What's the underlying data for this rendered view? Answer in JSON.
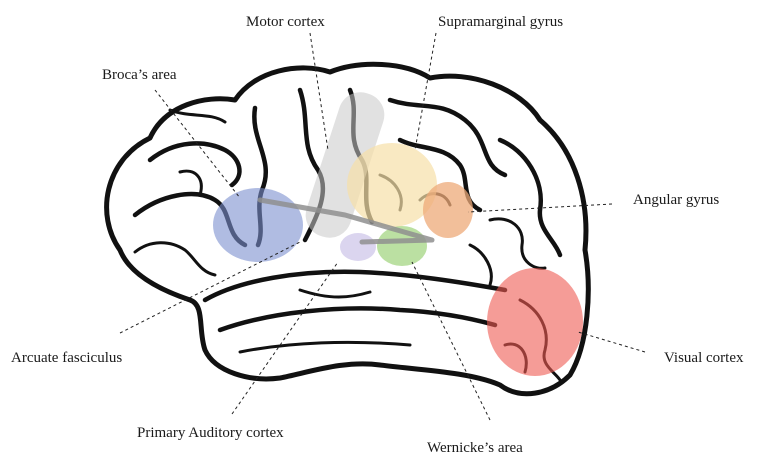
{
  "labels": {
    "motor_cortex": "Motor cortex",
    "supramarginal_gyrus": "Supramarginal gyrus",
    "brocas_area": "Broca’s area",
    "angular_gyrus": "Angular gyrus",
    "arcuate_fasciculus": "Arcuate fasciculus",
    "visual_cortex": "Visual cortex",
    "primary_auditory_cortex": "Primary Auditory cortex",
    "wernickes_area": "Wernicke’s area"
  },
  "region_colors": {
    "brocas_area": "#7b8fcf",
    "motor_cortex": "#c8c8c8",
    "supramarginal_gyrus": "#f7e0a8",
    "angular_gyrus": "#eea978",
    "wernickes_area": "#9ed37a",
    "primary_auditory_cortex": "#cfc7ea",
    "visual_cortex": "#ee5a52",
    "arcuate_fasciculus": "#8f8f8f"
  }
}
